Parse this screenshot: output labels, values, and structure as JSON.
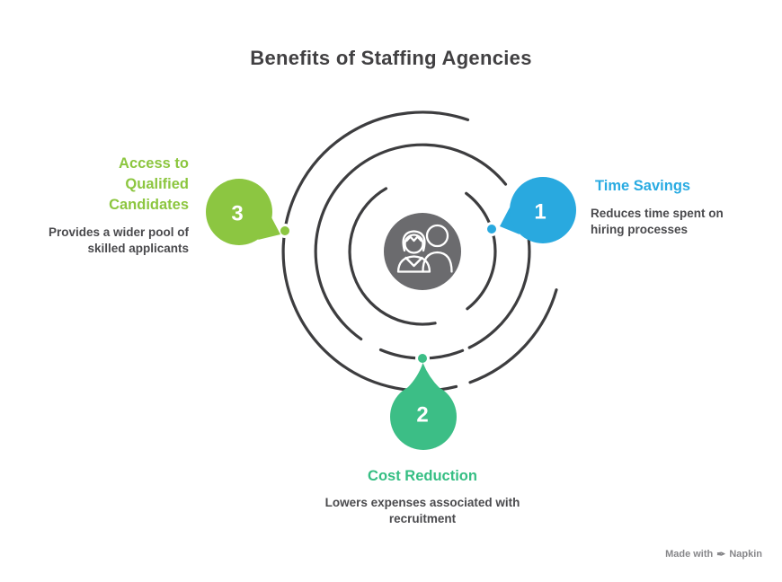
{
  "title": "Benefits of Staffing Agencies",
  "diagram": {
    "type": "circular-benefits-spiral",
    "center_icon": "people-icon",
    "arc_color": "#3d3d3f",
    "center_circle_color": "#6b6b6e"
  },
  "items": [
    {
      "number": "1",
      "label": "Time Savings",
      "description": "Reduces time spent on hiring processes",
      "color": "#29a9df",
      "label_color": "#29abe2",
      "position": "right"
    },
    {
      "number": "2",
      "label": "Cost Reduction",
      "description": "Lowers expenses associated with recruitment",
      "color": "#3cbe86",
      "label_color": "#35be83",
      "position": "bottom"
    },
    {
      "number": "3",
      "label": "Access to Qualified Candidates",
      "description": "Provides a wider pool of skilled applicants",
      "color": "#8cc641",
      "label_color": "#8cc63f",
      "position": "left"
    }
  ],
  "watermark": {
    "prefix": "Made with",
    "icon": "pen-nib-icon",
    "brand": "Napkin",
    "color": "#87878a"
  }
}
